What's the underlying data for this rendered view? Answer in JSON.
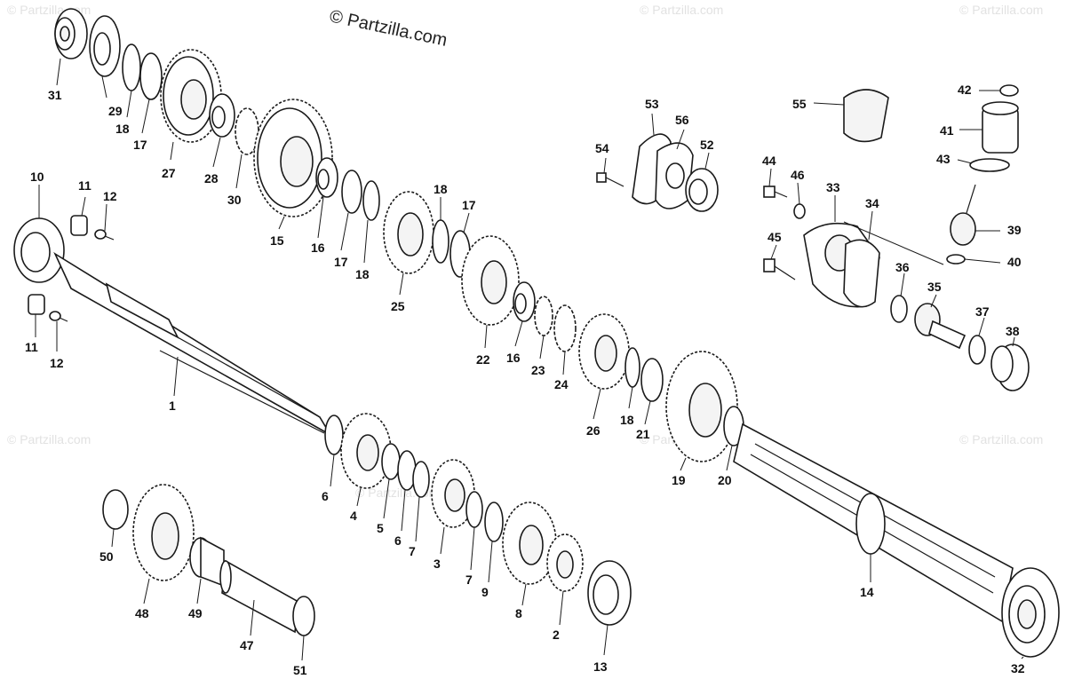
{
  "header": {
    "copyright": "© Partzilla.com"
  },
  "watermarks": [
    "© Partzilla.com",
    "© Partzilla.com",
    "© Partzilla.com",
    "© Partzilla.com",
    "© Partzilla.com",
    "© Partzilla.com",
    "© Partzilla.com"
  ],
  "callouts": [
    "31",
    "29",
    "18",
    "17",
    "27",
    "28",
    "30",
    "15",
    "16",
    "17",
    "18",
    "10",
    "11",
    "12",
    "11",
    "12",
    "1",
    "25",
    "18",
    "17",
    "22",
    "16",
    "23",
    "24",
    "26",
    "18",
    "21",
    "19",
    "20",
    "53",
    "56",
    "54",
    "52",
    "55",
    "42",
    "41",
    "43",
    "44",
    "46",
    "33",
    "34",
    "45",
    "39",
    "40",
    "36",
    "35",
    "37",
    "38",
    "6",
    "4",
    "5",
    "6",
    "7",
    "3",
    "7",
    "9",
    "8",
    "2",
    "13",
    "14",
    "32",
    "50",
    "48",
    "49",
    "47",
    "51"
  ]
}
